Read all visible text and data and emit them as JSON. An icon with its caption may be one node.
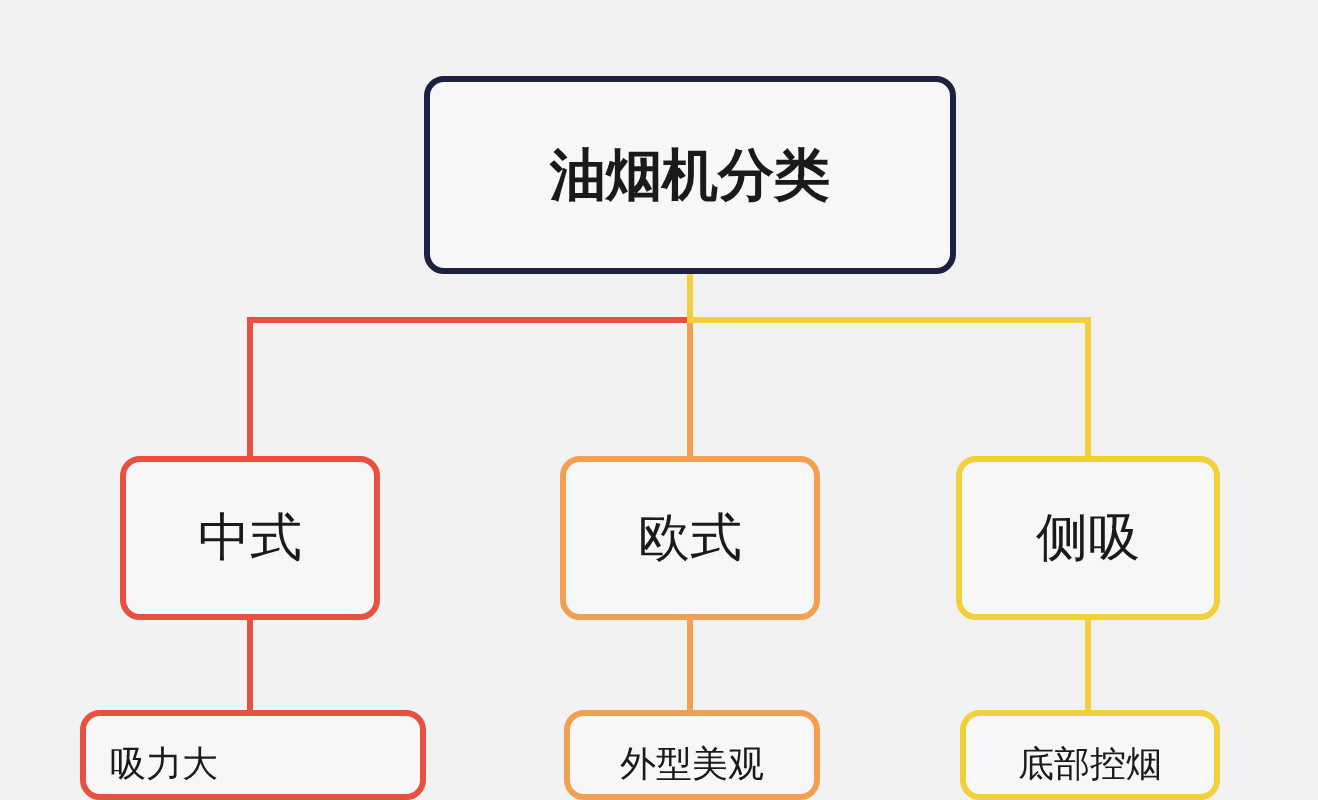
{
  "diagram": {
    "nodes": [
      {
        "text": [
          "油烟机分类"
        ]
      },
      {
        "text": [
          "中式"
        ]
      },
      {
        "text": [
          "欧式"
        ]
      },
      {
        "text": [
          "侧吸"
        ]
      },
      {
        "text": [
          "吸力大"
        ]
      },
      {
        "text": [
          "外型美观"
        ]
      },
      {
        "text": [
          "底部控烟"
        ]
      }
    ],
    "edges": [
      {
        "from": 0,
        "to": 1,
        "arrow": "none",
        "color": "#e8503f"
      },
      {
        "from": 0,
        "to": 2,
        "arrow": "none",
        "color": "#f0a050"
      },
      {
        "from": 0,
        "to": 3,
        "arrow": "none",
        "color": "#f2d03a"
      },
      {
        "from": 1,
        "to": 4,
        "arrow": "none",
        "color": "#e8503f"
      },
      {
        "from": 2,
        "to": 5,
        "arrow": "none",
        "color": "#f0a050"
      },
      {
        "from": 3,
        "to": 6,
        "arrow": "none",
        "color": "#f2d03a"
      }
    ]
  }
}
